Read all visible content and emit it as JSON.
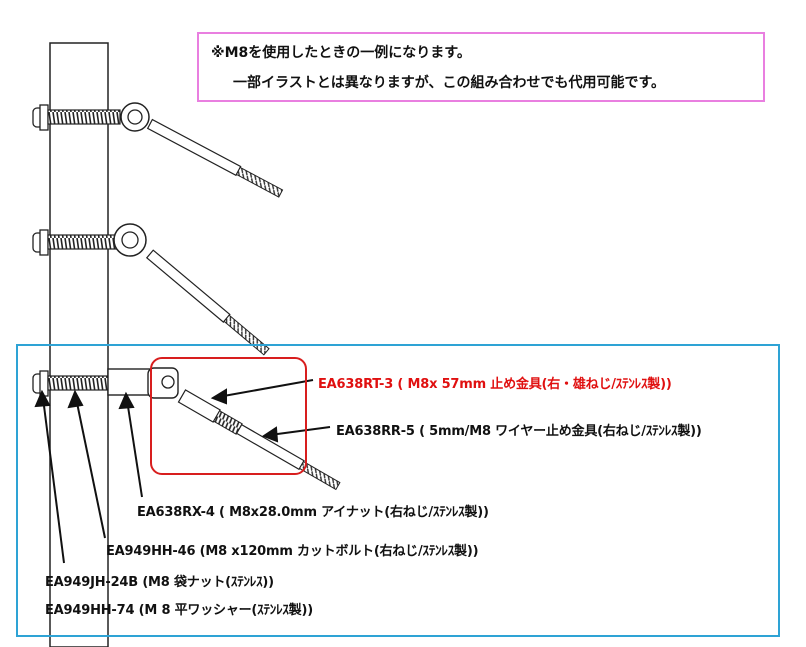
{
  "note": {
    "line1": "※M8を使用したときの一例になります。",
    "line2": "一部イラストとは異なりますが、この組み合わせでも代用可能です。"
  },
  "labels": {
    "rt3": "EA638RT-3 ( M8x 57mm 止め金具(右・雄ねじ/ｽﾃﾝﾚｽ製))",
    "rr5": "EA638RR-5 ( 5mm/M8 ワイヤー止め金具(右ねじ/ｽﾃﾝﾚｽ製))",
    "rx4": "EA638RX-4 ( M8x28.0mm アイナット(右ねじ/ｽﾃﾝﾚｽ製))",
    "hh46": "EA949HH-46 (M8 x120mm カットボルト(右ねじ/ｽﾃﾝﾚｽ製))",
    "jh24b": "EA949JH-24B (M8  袋ナット(ｽﾃﾝﾚｽ))",
    "hh74": "EA949HH-74 (M 8  平ワッシャー(ｽﾃﾝﾚｽ製))"
  },
  "colors": {
    "highlight_label": "#e01010",
    "note_border": "#e97fe0",
    "detail_frame": "#2ea3d5",
    "callout_frame": "#d81e1e"
  }
}
